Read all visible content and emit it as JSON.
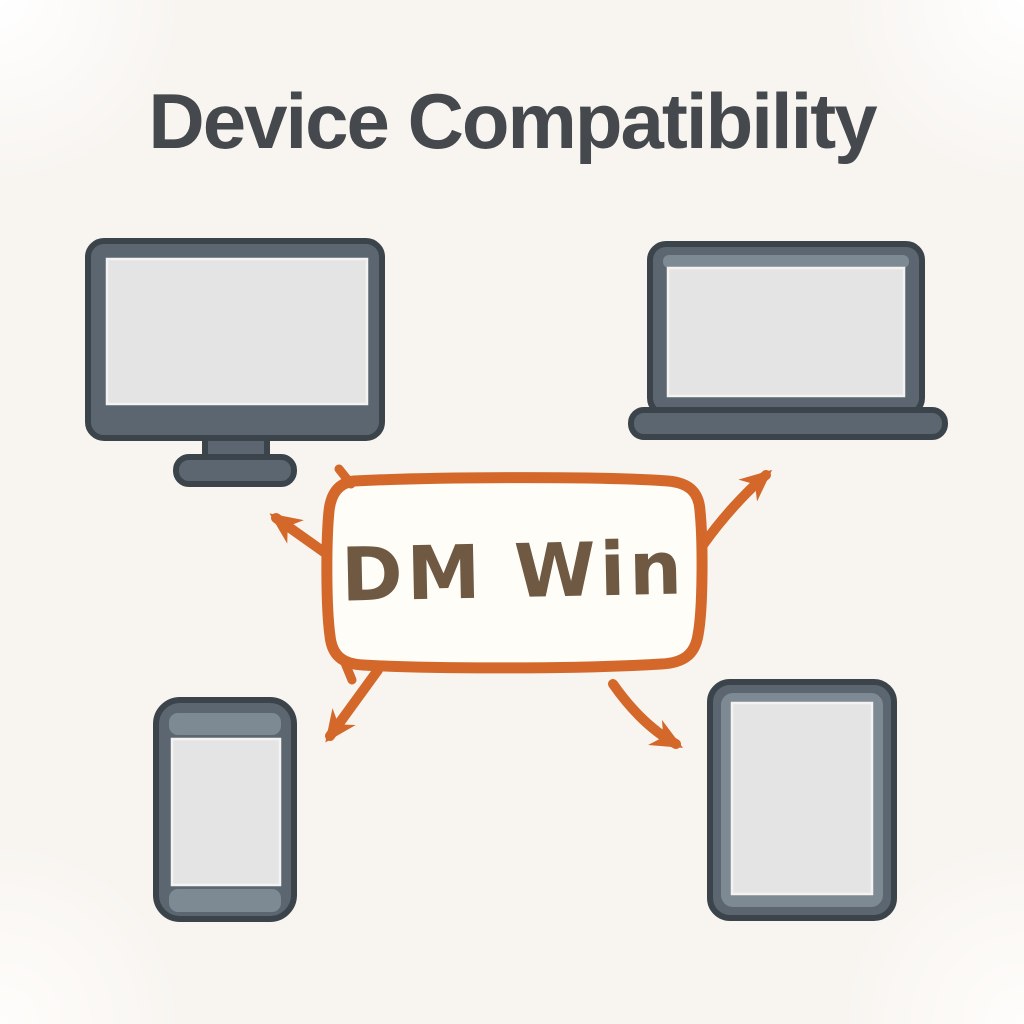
{
  "diagram": {
    "title": "Device Compatibility",
    "center": {
      "label": "DM Win"
    },
    "nodes": [
      {
        "id": "desktop-monitor",
        "icon": "desktop-monitor-icon",
        "position": "top-left"
      },
      {
        "id": "laptop",
        "icon": "laptop-icon",
        "position": "top-right"
      },
      {
        "id": "smartphone",
        "icon": "smartphone-icon",
        "position": "bottom-left"
      },
      {
        "id": "tablet",
        "icon": "tablet-icon",
        "position": "bottom-right"
      }
    ],
    "connections": [
      {
        "from": "DM Win",
        "to": "desktop-monitor"
      },
      {
        "from": "DM Win",
        "to": "laptop"
      },
      {
        "from": "DM Win",
        "to": "smartphone"
      },
      {
        "from": "DM Win",
        "to": "tablet"
      }
    ]
  },
  "colors": {
    "background": "#f8f5f1",
    "title_text": "#45494e",
    "device_frame": "#5b6670",
    "device_outline": "#3c444b",
    "device_screen": "#e4e4e4",
    "device_accent": "#7d8a93",
    "screen_edge": "#f4f3f1",
    "arrow": "#d4682a",
    "center_box_border": "#d4682a",
    "center_box_fill": "#fffdf8",
    "center_label_text": "#6f5943"
  }
}
